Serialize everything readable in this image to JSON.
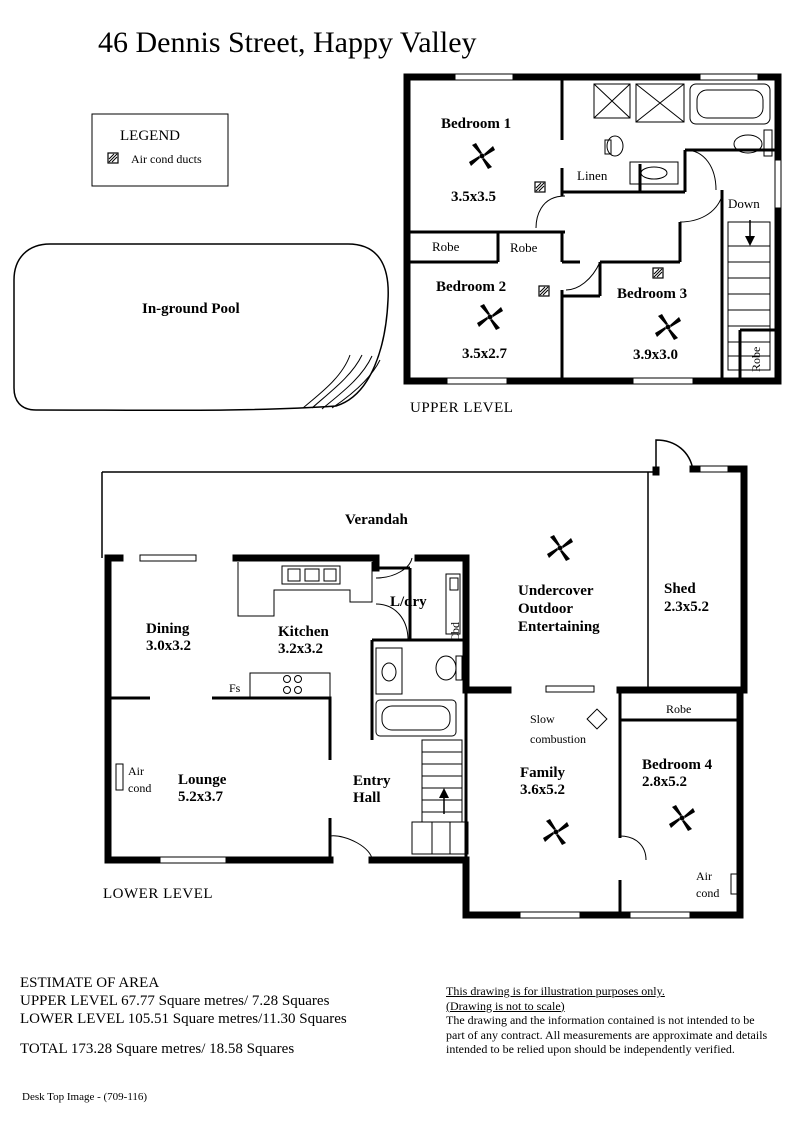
{
  "title": "46 Dennis Street,  Happy Valley",
  "legend": {
    "heading": "LEGEND",
    "item_label": "Air cond ducts"
  },
  "pool_label": "In-ground Pool",
  "upper_level": {
    "label": "UPPER LEVEL",
    "rooms": {
      "bedroom1": {
        "name": "Bedroom 1",
        "size": "3.5x3.5"
      },
      "bedroom2": {
        "name": "Bedroom 2",
        "size": "3.5x2.7"
      },
      "bedroom3": {
        "name": "Bedroom 3",
        "size": "3.9x3.0"
      }
    },
    "labels": {
      "linen": "Linen",
      "robe_left": "Robe",
      "robe_mid": "Robe",
      "robe_right": "Robe",
      "down": "Down"
    }
  },
  "lower_level": {
    "label": "LOWER LEVEL",
    "rooms": {
      "verandah": {
        "name": "Verandah"
      },
      "dining": {
        "name": "Dining",
        "size": "3.0x3.2"
      },
      "kitchen": {
        "name": "Kitchen",
        "size": "3.2x3.2"
      },
      "laundry": {
        "name": "L/dry"
      },
      "outdoor": {
        "line1": "Undercover",
        "line2": "Outdoor",
        "line3": "Entertaining"
      },
      "shed": {
        "name": "Shed",
        "size": "2.3x5.2"
      },
      "lounge": {
        "name": "Lounge",
        "size": "5.2x3.7"
      },
      "entry": {
        "line1": "Entry",
        "line2": "Hall"
      },
      "family": {
        "name": "Family",
        "size": "3.6x5.2"
      },
      "bedroom4": {
        "name": "Bedroom 4",
        "size": "2.8x5.2"
      }
    },
    "labels": {
      "fs": "Fs",
      "cbd": "Cbd",
      "aircond_left_line1": "Air",
      "aircond_left_line2": "cond",
      "aircond_right_line1": "Air",
      "aircond_right_line2": "cond",
      "slow_line1": "Slow",
      "slow_line2": "combustion",
      "robe": "Robe"
    }
  },
  "area": {
    "heading": "ESTIMATE OF AREA",
    "upper": "UPPER LEVEL 67.77 Square metres/ 7.28 Squares",
    "lower": "LOWER LEVEL 105.51 Square metres/11.30 Squares",
    "total": "TOTAL  173.28 Square metres/  18.58 Squares"
  },
  "disclaimer": {
    "line1": "This drawing is for illustration purposes only.",
    "line2": "(Drawing is not to scale)",
    "body": "The drawing and the information contained is not intended to be part of any contract.  All measurements are approximate and details intended to be relied upon should be independently verified."
  },
  "credit": "Desk Top Image - (709-116)"
}
